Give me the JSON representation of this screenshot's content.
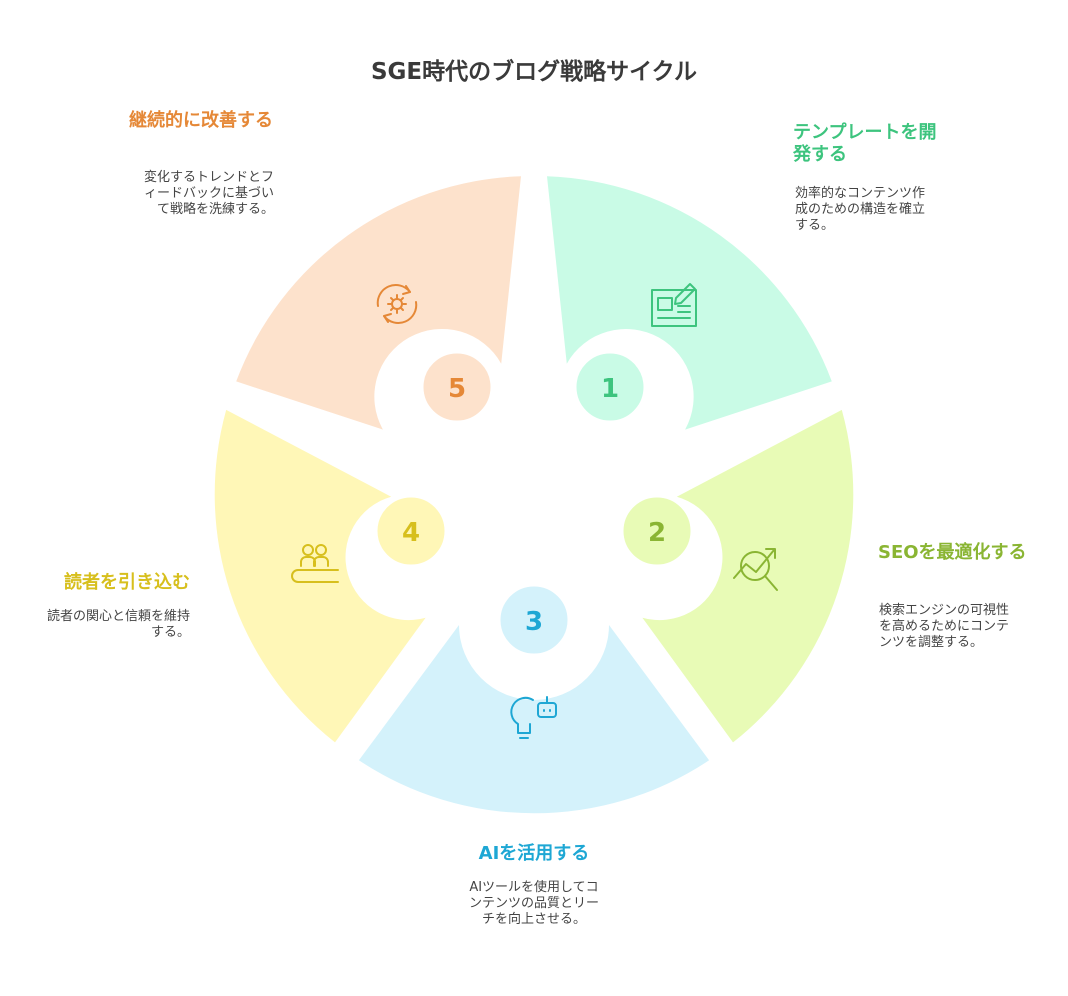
{
  "title": "SGE時代のブログ戦略サイクル",
  "steps": [
    {
      "number": "1",
      "heading": "テンプレートを開発する",
      "description": "効率的なコンテンツ作成のための構造を確立する。",
      "fill": "#c9fbe6",
      "accent": "#3dc47e",
      "icon": "blueprint-edit-icon"
    },
    {
      "number": "2",
      "heading": "SEOを最適化する",
      "description": "検索エンジンの可視性を高めるためにコンテンツを調整する。",
      "fill": "#e8fbb6",
      "accent": "#8ab533",
      "icon": "growth-magnifier-icon"
    },
    {
      "number": "3",
      "heading": "AIを活用する",
      "description": "AIツールを使用してコンテンツの品質とリーチを向上させる。",
      "fill": "#d4f2fb",
      "accent": "#1ea7d4",
      "icon": "ai-lightbulb-icon"
    },
    {
      "number": "4",
      "heading": "読者を引き込む",
      "description": "読者の関心と信頼を維持する。",
      "fill": "#fff7b7",
      "accent": "#d7bf1d",
      "icon": "audience-group-icon"
    },
    {
      "number": "5",
      "heading": "継続的に改善する",
      "description": "変化するトレンドとフィードバックに基づいて戦略を洗練する。",
      "fill": "#fde2cc",
      "accent": "#e58837",
      "icon": "refresh-gear-icon"
    }
  ]
}
